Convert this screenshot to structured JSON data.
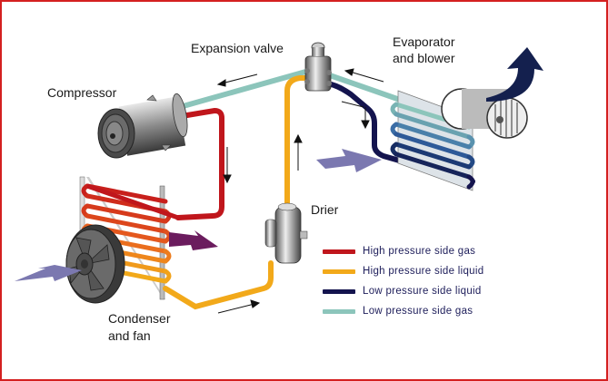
{
  "labels": {
    "expansion_valve": "Expansion valve",
    "evaporator_line1": "Evaporator",
    "evaporator_line2": "and blower",
    "compressor": "Compressor",
    "drier": "Drier",
    "condenser_line1": "Condenser",
    "condenser_line2": "and fan"
  },
  "legend": [
    {
      "label": "High pressure side gas",
      "color": "#c0161c"
    },
    {
      "label": "High pressure side liquid",
      "color": "#f2a91a"
    },
    {
      "label": "Low pressure side liquid",
      "color": "#14144e"
    },
    {
      "label": "Low pressure side gas",
      "color": "#8cc5bb"
    }
  ],
  "colors": {
    "frame": "#d42020",
    "air_in": "#7b78b0",
    "air_hot": "#6b1c5e",
    "air_cool": "#14204e"
  }
}
